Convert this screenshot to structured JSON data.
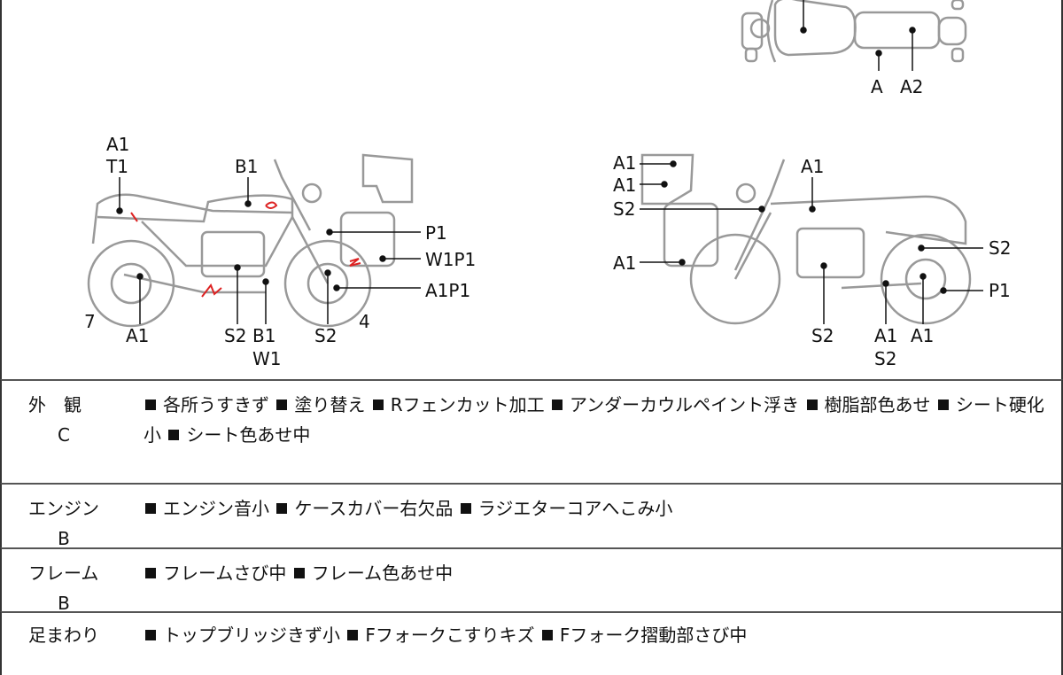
{
  "top_view": {
    "labels": [
      "A",
      "A2"
    ]
  },
  "left_bike": {
    "labels": [
      "A1",
      "T1",
      "B1",
      "P1",
      "W1P1",
      "A1P1",
      "7",
      "A1",
      "S2",
      "B1",
      "W1",
      "S2",
      "4"
    ]
  },
  "right_bike": {
    "labels": [
      "A1",
      "A1",
      "S2",
      "A1",
      "A1",
      "S2",
      "P1",
      "S2",
      "A1",
      "S2",
      "A1"
    ]
  },
  "marks_color": "#d22",
  "table": [
    {
      "category": "外　観",
      "grade": "C",
      "items": [
        "各所うすきず",
        "塗り替え",
        "Rフェンカット加工",
        "アンダーカウルペイント浮き",
        "樹脂部色あせ",
        "シート硬化小",
        "シート色あせ中"
      ]
    },
    {
      "category": "エンジン",
      "grade": "B",
      "items": [
        "エンジン音小",
        "ケースカバー右欠品",
        "ラジエターコアへこみ小"
      ]
    },
    {
      "category": "フレーム",
      "grade": "B",
      "items": [
        "フレームさび中",
        "フレーム色あせ中"
      ]
    },
    {
      "category": "足まわり",
      "grade": "",
      "items": [
        "トップブリッジきず小",
        "Fフォークこすりキズ",
        "Fフォーク摺動部さび中"
      ]
    }
  ]
}
